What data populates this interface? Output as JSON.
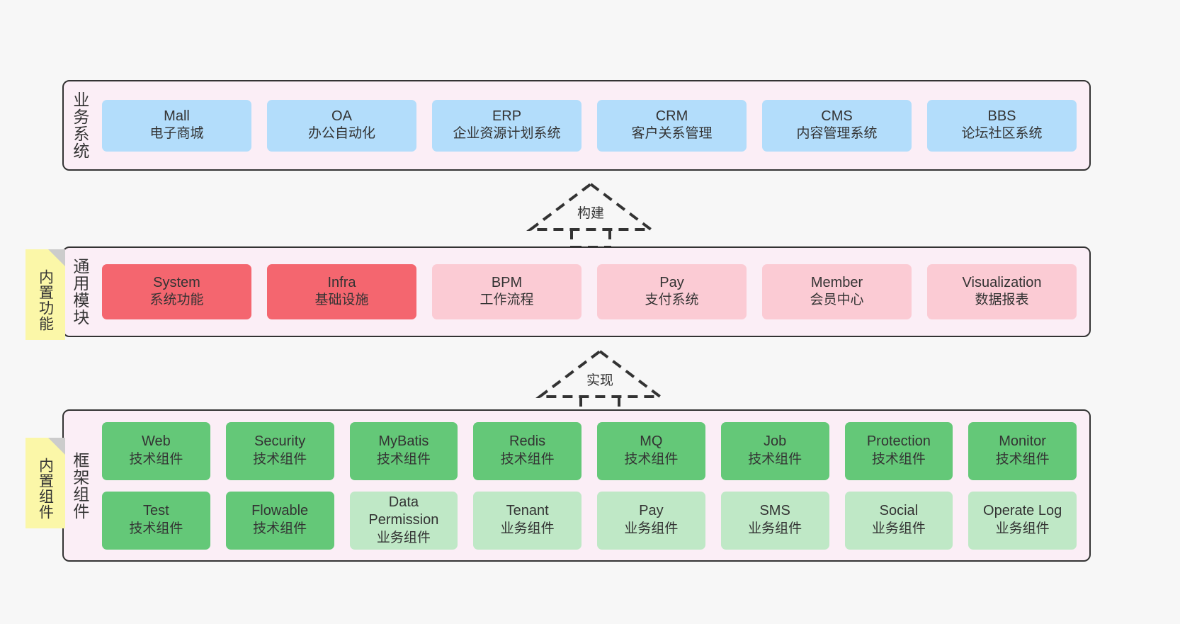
{
  "diagram": {
    "background_color": "#f7f7f7",
    "band_fill": "#fbeef6",
    "band_border": "#333333",
    "note_fill": "#fbf7a8"
  },
  "bands": [
    {
      "id": "business",
      "title": "业务系统",
      "accent": "#b3ddfb",
      "rows": [
        {
          "nodes": [
            {
              "en": "Mall",
              "cn": "电子商城"
            },
            {
              "en": "OA",
              "cn": "办公自动化"
            },
            {
              "en": "ERP",
              "cn": "企业资源计划系统"
            },
            {
              "en": "CRM",
              "cn": "客户关系管理"
            },
            {
              "en": "CMS",
              "cn": "内容管理系统"
            },
            {
              "en": "BBS",
              "cn": "论坛社区系统"
            }
          ]
        }
      ]
    },
    {
      "id": "modules",
      "title": "通用模块",
      "accent": "#f4666f",
      "rows": [
        {
          "nodes": [
            {
              "en": "System",
              "cn": "系统功能"
            },
            {
              "en": "Infra",
              "cn": "基础设施"
            },
            {
              "en": "BPM",
              "cn": "工作流程"
            },
            {
              "en": "Pay",
              "cn": "支付系统"
            },
            {
              "en": "Member",
              "cn": "会员中心"
            },
            {
              "en": "Visualization",
              "cn": "数据报表"
            }
          ]
        }
      ]
    },
    {
      "id": "framework",
      "title": "框架组件",
      "accent": "#64c878",
      "rows": [
        {
          "nodes": [
            {
              "en": "Web",
              "cn": "技术组件"
            },
            {
              "en": "Security",
              "cn": "技术组件"
            },
            {
              "en": "MyBatis",
              "cn": "技术组件"
            },
            {
              "en": "Redis",
              "cn": "技术组件"
            },
            {
              "en": "MQ",
              "cn": "技术组件"
            },
            {
              "en": "Job",
              "cn": "技术组件"
            },
            {
              "en": "Protection",
              "cn": "技术组件"
            },
            {
              "en": "Monitor",
              "cn": "技术组件"
            }
          ]
        },
        {
          "nodes": [
            {
              "en": "Test",
              "cn": "技术组件"
            },
            {
              "en": "Flowable",
              "cn": "技术组件"
            },
            {
              "en": "Data Permission",
              "cn": "业务组件"
            },
            {
              "en": "Tenant",
              "cn": "业务组件"
            },
            {
              "en": "Pay",
              "cn": "业务组件"
            },
            {
              "en": "SMS",
              "cn": "业务组件"
            },
            {
              "en": "Social",
              "cn": "业务组件"
            },
            {
              "en": "Operate Log",
              "cn": "业务组件"
            }
          ]
        }
      ]
    }
  ],
  "notes": [
    {
      "id": "builtin-func",
      "label": "内置功能"
    },
    {
      "id": "builtin-comp",
      "label": "内置组件"
    }
  ],
  "connectors": [
    {
      "id": "build",
      "label": "构建"
    },
    {
      "id": "realize",
      "label": "实现"
    }
  ]
}
